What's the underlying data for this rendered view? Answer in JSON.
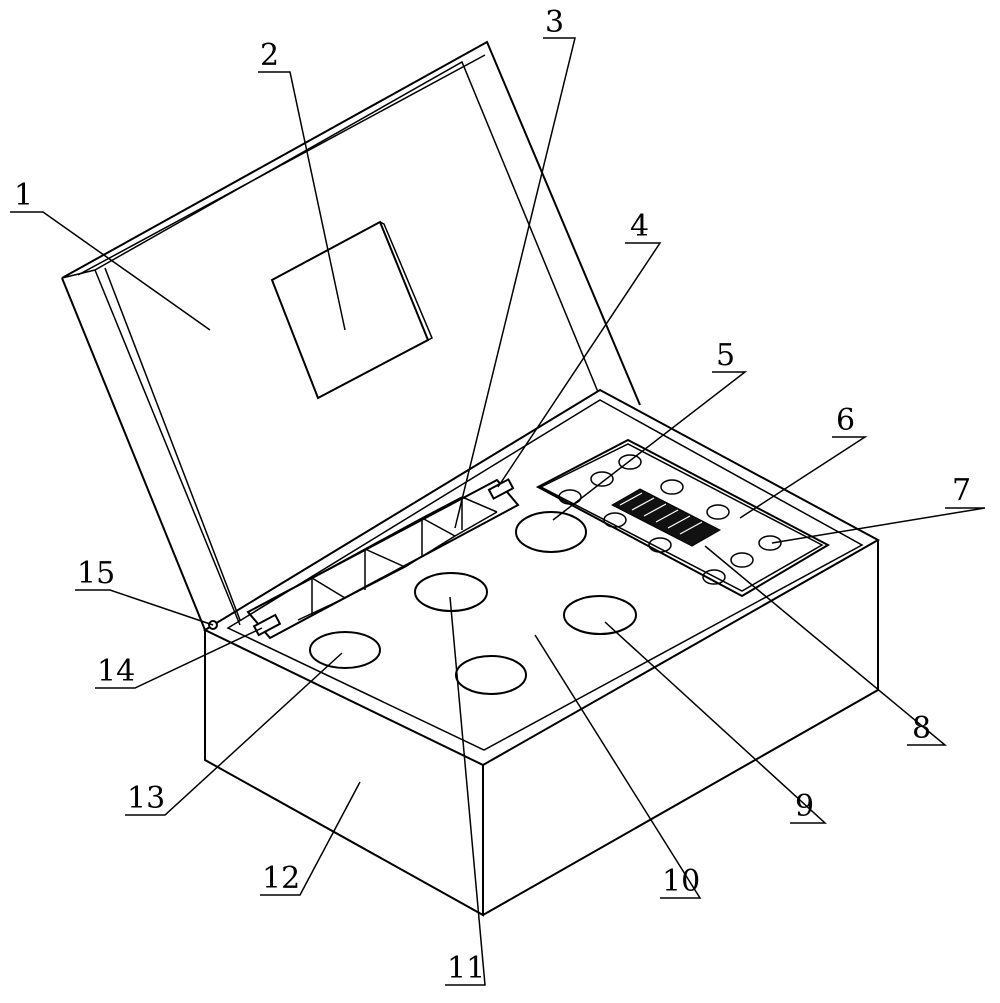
{
  "figure": {
    "callouts": [
      "1",
      "2",
      "3",
      "4",
      "5",
      "6",
      "7",
      "8",
      "9",
      "10",
      "11",
      "12",
      "13",
      "14",
      "15"
    ]
  },
  "colors": {
    "line": "#000000",
    "background": "#ffffff"
  }
}
